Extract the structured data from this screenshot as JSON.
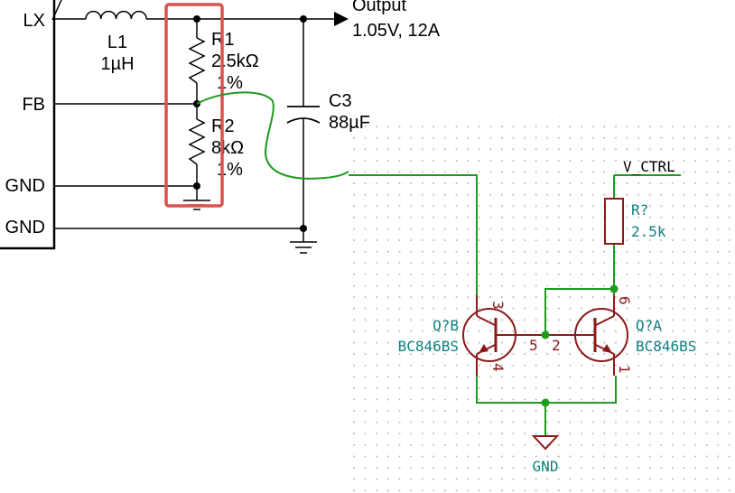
{
  "colors": {
    "ink": "#000000",
    "wire_green": "#1f9a1f",
    "component_red": "#8b1a1a",
    "label_teal": "#0f7f7f",
    "highlight_red": "#d9534f",
    "grid_dot": "#b8b8b8"
  },
  "ic": {
    "pins": [
      "LX",
      "FB",
      "GND",
      "GND"
    ]
  },
  "inductor": {
    "ref": "L1",
    "value": "1µH"
  },
  "output": {
    "label": "Output",
    "spec": "1.05V, 12A"
  },
  "r1": {
    "ref": "R1",
    "value": "2.5kΩ",
    "tol": "1%"
  },
  "r2": {
    "ref": "R2",
    "value": "8kΩ",
    "tol": "1%"
  },
  "c3": {
    "ref": "C3",
    "value": "88µF"
  },
  "net_vctrl": "V_CTRL",
  "rq": {
    "ref": "R?",
    "value": "2.5k"
  },
  "qb": {
    "ref": "Q?B",
    "part": "BC846BS",
    "pins": [
      "3",
      "4",
      "5"
    ]
  },
  "qa": {
    "ref": "Q?A",
    "part": "BC846BS",
    "pins": [
      "6",
      "1",
      "2"
    ]
  },
  "gnd_label": "GND"
}
